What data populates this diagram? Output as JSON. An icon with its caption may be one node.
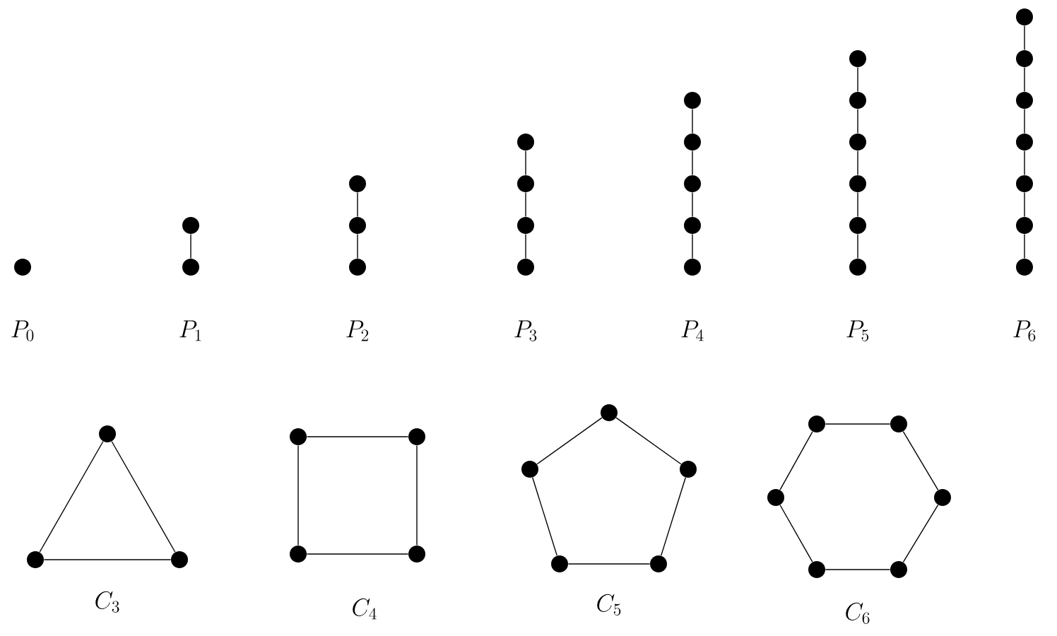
{
  "diagram": {
    "nodes": [
      {
        "text": [],
        "shape": "circle"
      },
      {
        "text": [],
        "shape": "circle"
      },
      {
        "text": [],
        "shape": "circle"
      },
      {
        "text": [],
        "shape": "circle"
      },
      {
        "text": [],
        "shape": "circle"
      },
      {
        "text": [],
        "shape": "circle"
      },
      {
        "text": [],
        "shape": "circle"
      },
      {
        "text": [],
        "shape": "circle"
      },
      {
        "text": [],
        "shape": "circle"
      },
      {
        "text": [],
        "shape": "circle"
      },
      {
        "text": [],
        "shape": "circle"
      },
      {
        "text": [],
        "shape": "circle"
      },
      {
        "text": [],
        "shape": "circle"
      },
      {
        "text": [],
        "shape": "circle"
      },
      {
        "text": [],
        "shape": "circle"
      },
      {
        "text": [],
        "shape": "circle"
      },
      {
        "text": [],
        "shape": "circle"
      },
      {
        "text": [],
        "shape": "circle"
      },
      {
        "text": [],
        "shape": "circle"
      },
      {
        "text": [],
        "shape": "circle"
      },
      {
        "text": [],
        "shape": "circle"
      },
      {
        "text": [],
        "shape": "circle"
      },
      {
        "text": [],
        "shape": "circle"
      },
      {
        "text": [],
        "shape": "circle"
      },
      {
        "text": [],
        "shape": "circle"
      },
      {
        "text": [],
        "shape": "circle"
      },
      {
        "text": [],
        "shape": "circle"
      },
      {
        "text": [],
        "shape": "circle"
      },
      {
        "text": [],
        "shape": "circle"
      },
      {
        "text": [],
        "shape": "circle"
      },
      {
        "text": [],
        "shape": "circle"
      },
      {
        "text": [],
        "shape": "circle"
      },
      {
        "text": [],
        "shape": "circle"
      },
      {
        "text": [],
        "shape": "circle"
      },
      {
        "text": [],
        "shape": "circle"
      },
      {
        "text": [],
        "shape": "circle"
      },
      {
        "text": [],
        "shape": "circle"
      },
      {
        "text": [],
        "shape": "circle"
      },
      {
        "text": [],
        "shape": "circle"
      },
      {
        "text": [],
        "shape": "circle"
      },
      {
        "text": [],
        "shape": "circle"
      },
      {
        "text": [],
        "shape": "circle"
      },
      {
        "text": [],
        "shape": "circle"
      },
      {
        "text": [],
        "shape": "circle"
      },
      {
        "text": [],
        "shape": "circle"
      },
      {
        "text": [],
        "shape": "circle"
      }
    ],
    "edges": [
      {
        "from": 1,
        "to": 2,
        "arrow": "none"
      },
      {
        "from": 3,
        "to": 4,
        "arrow": "none"
      },
      {
        "from": 4,
        "to": 5,
        "arrow": "none"
      },
      {
        "from": 6,
        "to": 7,
        "arrow": "none"
      },
      {
        "from": 7,
        "to": 8,
        "arrow": "none"
      },
      {
        "from": 8,
        "to": 9,
        "arrow": "none"
      },
      {
        "from": 10,
        "to": 11,
        "arrow": "none"
      },
      {
        "from": 11,
        "to": 12,
        "arrow": "none"
      },
      {
        "from": 12,
        "to": 13,
        "arrow": "none"
      },
      {
        "from": 13,
        "to": 14,
        "arrow": "none"
      },
      {
        "from": 15,
        "to": 16,
        "arrow": "none"
      },
      {
        "from": 16,
        "to": 17,
        "arrow": "none"
      },
      {
        "from": 17,
        "to": 18,
        "arrow": "none"
      },
      {
        "from": 18,
        "to": 19,
        "arrow": "none"
      },
      {
        "from": 19,
        "to": 20,
        "arrow": "none"
      },
      {
        "from": 21,
        "to": 22,
        "arrow": "none"
      },
      {
        "from": 22,
        "to": 23,
        "arrow": "none"
      },
      {
        "from": 23,
        "to": 24,
        "arrow": "none"
      },
      {
        "from": 24,
        "to": 25,
        "arrow": "none"
      },
      {
        "from": 25,
        "to": 26,
        "arrow": "none"
      },
      {
        "from": 26,
        "to": 27,
        "arrow": "none"
      },
      {
        "from": 28,
        "to": 29,
        "arrow": "none"
      },
      {
        "from": 29,
        "to": 30,
        "arrow": "none"
      },
      {
        "from": 30,
        "to": 28,
        "arrow": "none"
      },
      {
        "from": 31,
        "to": 32,
        "arrow": "none"
      },
      {
        "from": 32,
        "to": 34,
        "arrow": "none"
      },
      {
        "from": 34,
        "to": 33,
        "arrow": "none"
      },
      {
        "from": 33,
        "to": 31,
        "arrow": "none"
      },
      {
        "from": 35,
        "to": 37,
        "arrow": "none"
      },
      {
        "from": 37,
        "to": 39,
        "arrow": "none"
      },
      {
        "from": 39,
        "to": 38,
        "arrow": "none"
      },
      {
        "from": 38,
        "to": 36,
        "arrow": "none"
      },
      {
        "from": 36,
        "to": 35,
        "arrow": "none"
      },
      {
        "from": 40,
        "to": 41,
        "arrow": "none"
      },
      {
        "from": 41,
        "to": 43,
        "arrow": "none"
      },
      {
        "from": 43,
        "to": 45,
        "arrow": "none"
      },
      {
        "from": 45,
        "to": 44,
        "arrow": "none"
      },
      {
        "from": 44,
        "to": 42,
        "arrow": "none"
      },
      {
        "from": 42,
        "to": 40,
        "arrow": "none"
      }
    ],
    "labels": [
      "P_0",
      "P_1",
      "P_2",
      "P_3",
      "P_4",
      "P_5",
      "P_6",
      "C_3",
      "C_4",
      "C_5",
      "C_6"
    ]
  }
}
